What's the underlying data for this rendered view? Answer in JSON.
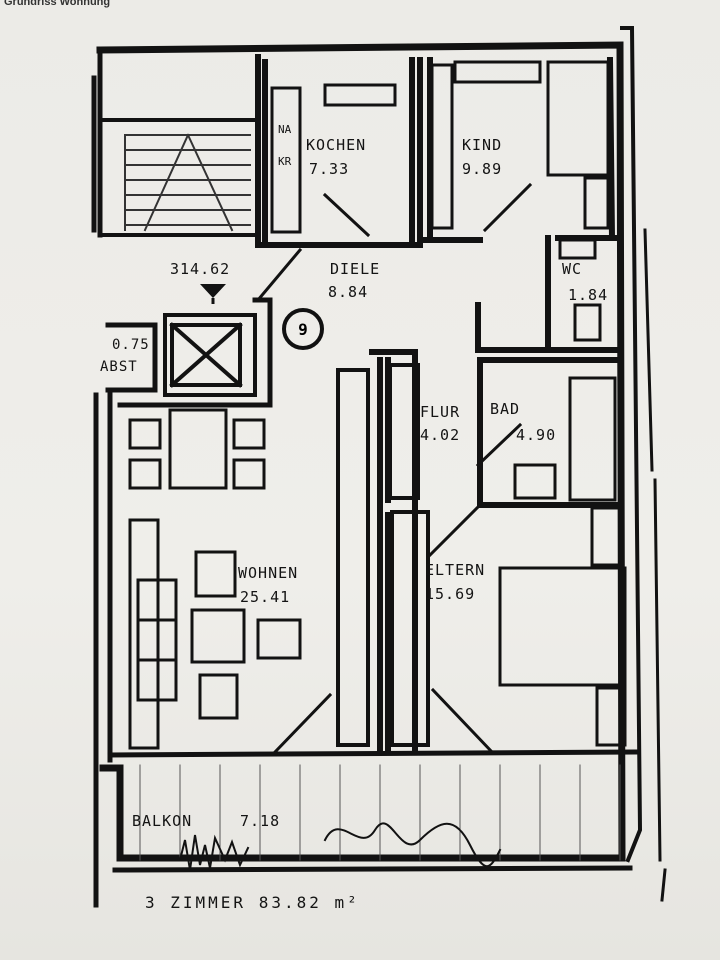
{
  "header_text": "Grundriss Wohnung",
  "rooms": {
    "kochen": {
      "name": "KOCHEN",
      "area": "7.33"
    },
    "kind": {
      "name": "KIND",
      "area": "9.89"
    },
    "diele": {
      "name": "DIELE",
      "area": "8.84"
    },
    "wc": {
      "name": "WC",
      "area": "1.84"
    },
    "flur": {
      "name": "FLUR",
      "area": "4.02"
    },
    "bad": {
      "name": "BAD",
      "area": "4.90"
    },
    "wohnen": {
      "name": "WOHNEN",
      "area": "25.41"
    },
    "eltern": {
      "name": "ELTERN",
      "area": "15.69"
    },
    "abst": {
      "name": "ABST",
      "area": "0.75"
    },
    "balkon": {
      "name": "BALKON",
      "area": "7.18"
    }
  },
  "elevation": "314.62",
  "kitchen_marks": {
    "na": "NA",
    "kr": "KR"
  },
  "apartment_number": "9",
  "total": "3 ZIMMER 83.82 m²"
}
